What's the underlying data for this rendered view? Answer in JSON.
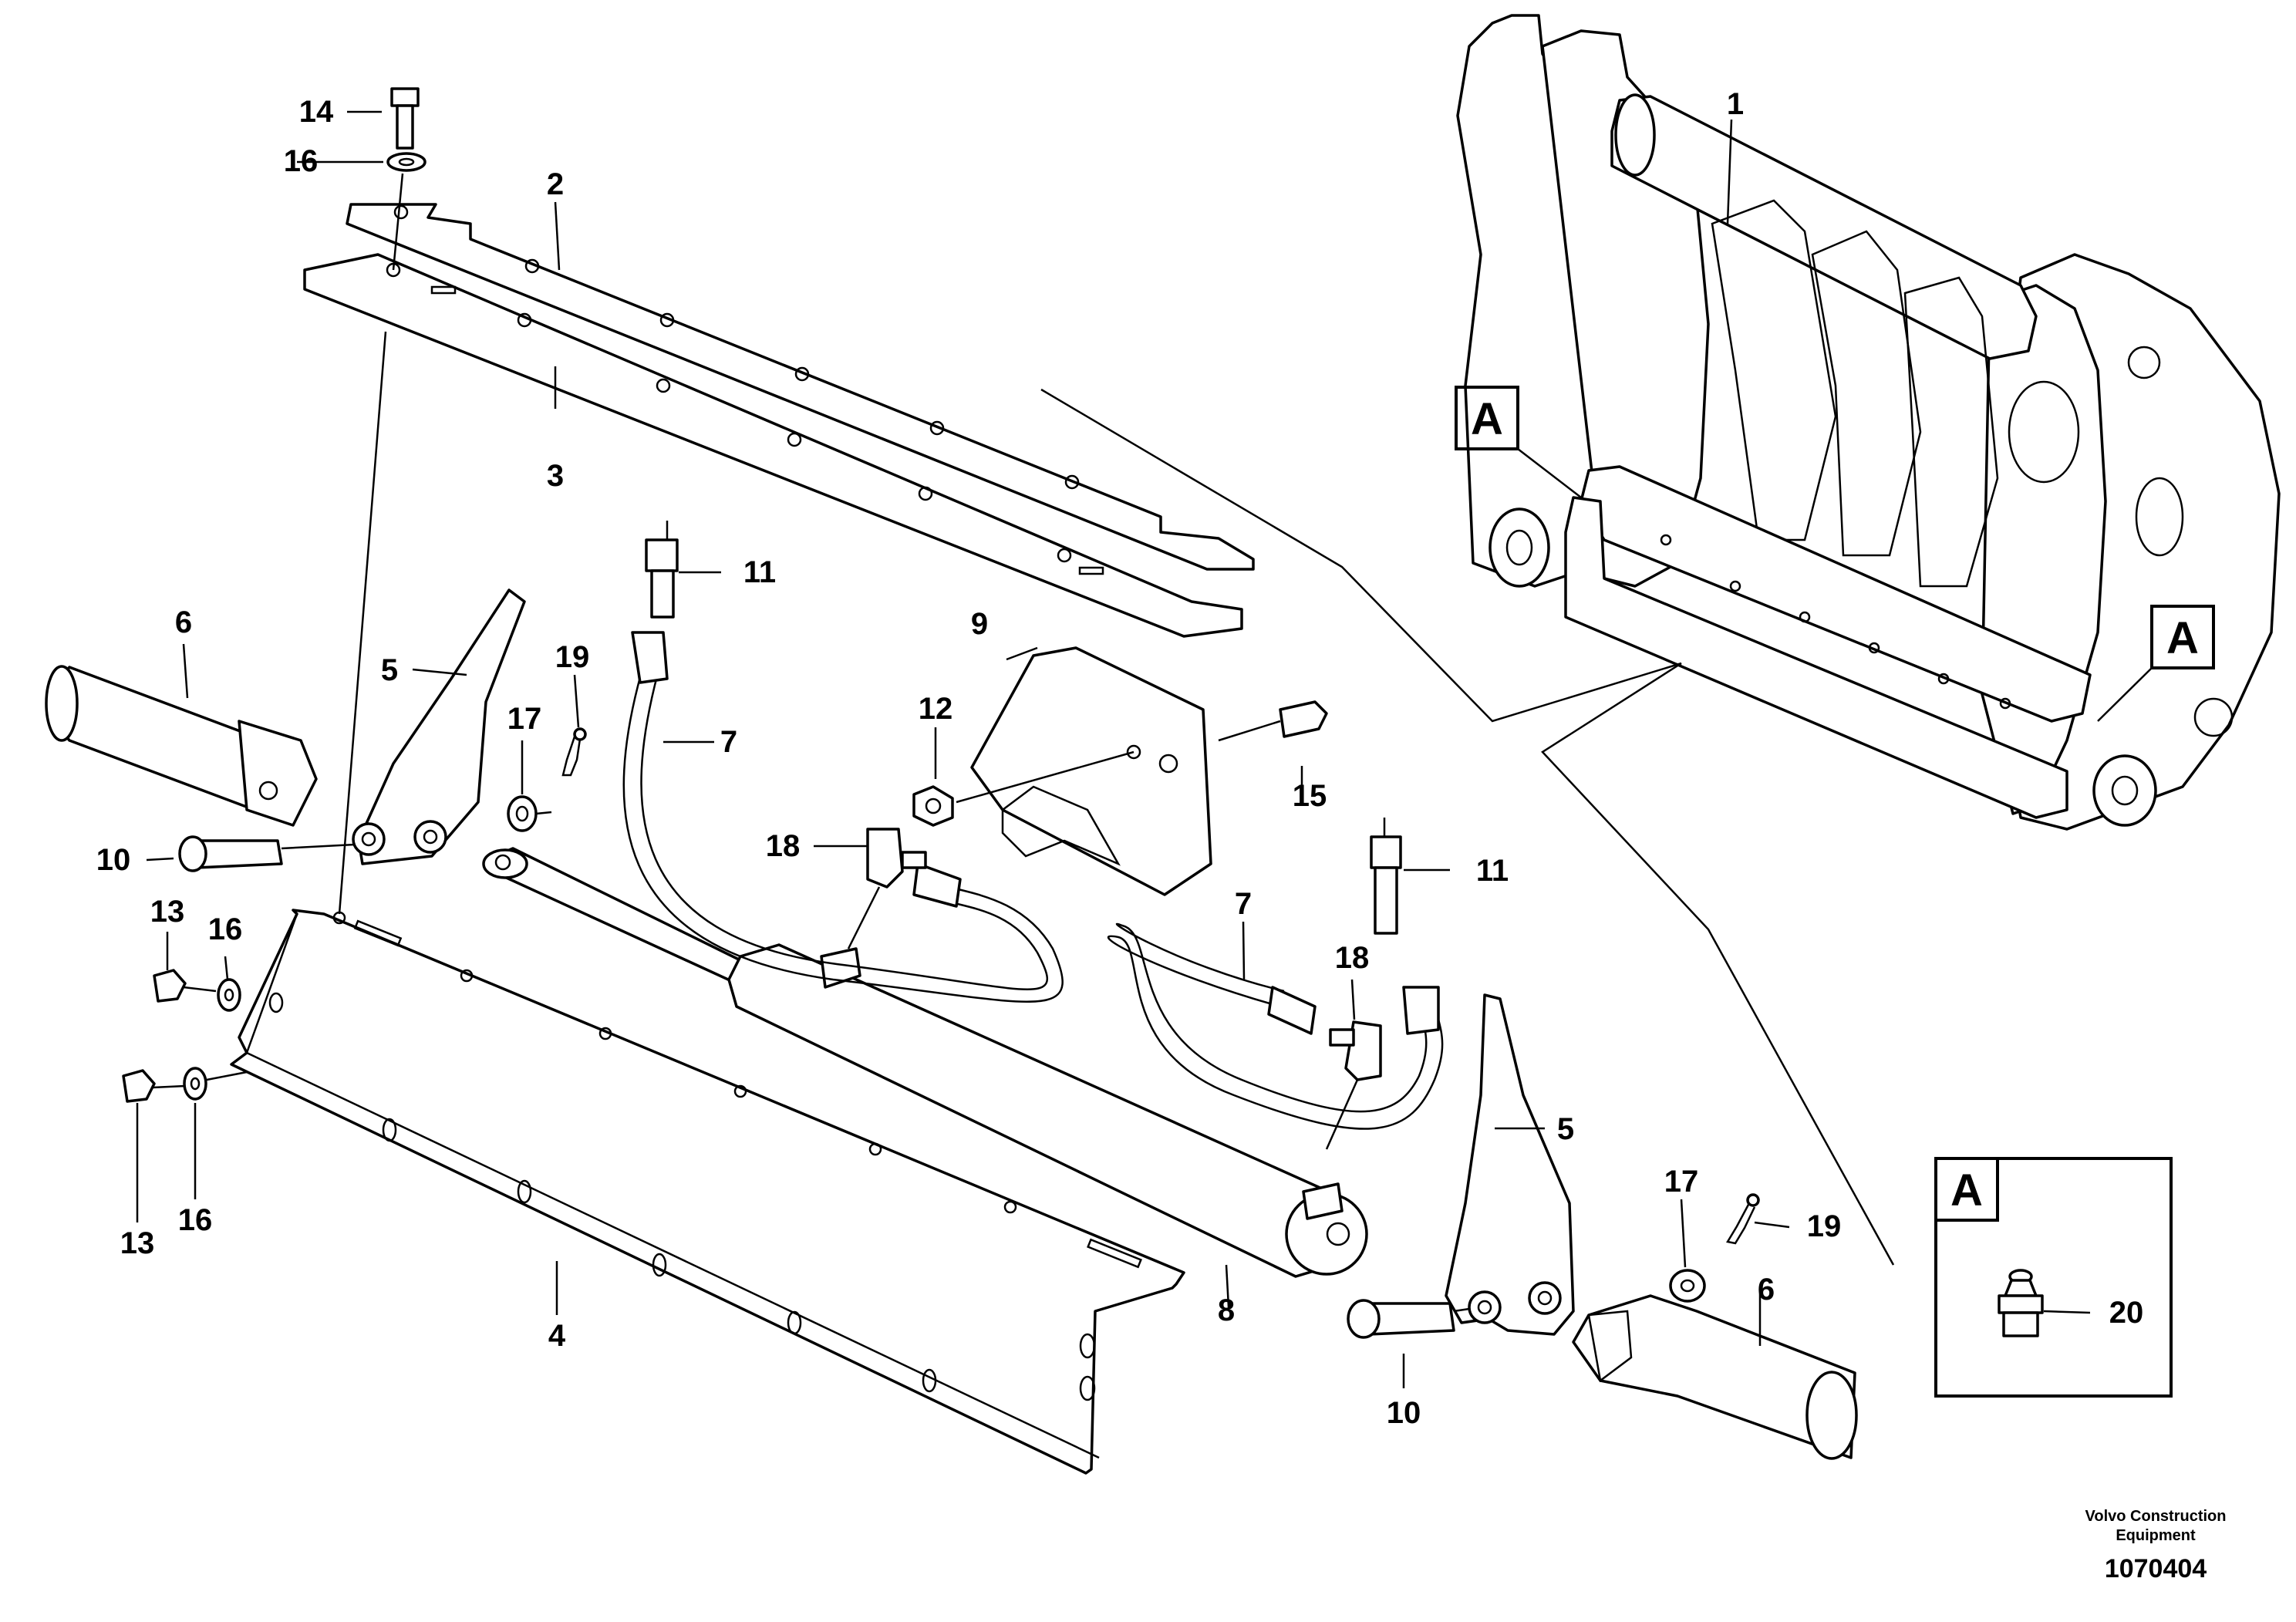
{
  "callouts": [
    {
      "id": "c1",
      "label": "1"
    },
    {
      "id": "c2",
      "label": "2"
    },
    {
      "id": "c3",
      "label": "3"
    },
    {
      "id": "c4",
      "label": "4"
    },
    {
      "id": "c5a",
      "label": "5"
    },
    {
      "id": "c5b",
      "label": "5"
    },
    {
      "id": "c6a",
      "label": "6"
    },
    {
      "id": "c6b",
      "label": "6"
    },
    {
      "id": "c7a",
      "label": "7"
    },
    {
      "id": "c7b",
      "label": "7"
    },
    {
      "id": "c8",
      "label": "8"
    },
    {
      "id": "c9",
      "label": "9"
    },
    {
      "id": "c10a",
      "label": "10"
    },
    {
      "id": "c10b",
      "label": "10"
    },
    {
      "id": "c11a",
      "label": "11"
    },
    {
      "id": "c11b",
      "label": "11"
    },
    {
      "id": "c12",
      "label": "12"
    },
    {
      "id": "c13a",
      "label": "13"
    },
    {
      "id": "c13b",
      "label": "13"
    },
    {
      "id": "c14",
      "label": "14"
    },
    {
      "id": "c15",
      "label": "15"
    },
    {
      "id": "c16a",
      "label": "16"
    },
    {
      "id": "c16b",
      "label": "16"
    },
    {
      "id": "c16c",
      "label": "16"
    },
    {
      "id": "c17a",
      "label": "17"
    },
    {
      "id": "c17b",
      "label": "17"
    },
    {
      "id": "c18a",
      "label": "18"
    },
    {
      "id": "c18b",
      "label": "18"
    },
    {
      "id": "c19a",
      "label": "19"
    },
    {
      "id": "c19b",
      "label": "19"
    },
    {
      "id": "c20",
      "label": "20"
    }
  ],
  "detail_markers": [
    "A",
    "A",
    "A"
  ],
  "footer": {
    "credit_line1": "Volvo Construction",
    "credit_line2": "Equipment",
    "drawing_number": "1070404"
  }
}
